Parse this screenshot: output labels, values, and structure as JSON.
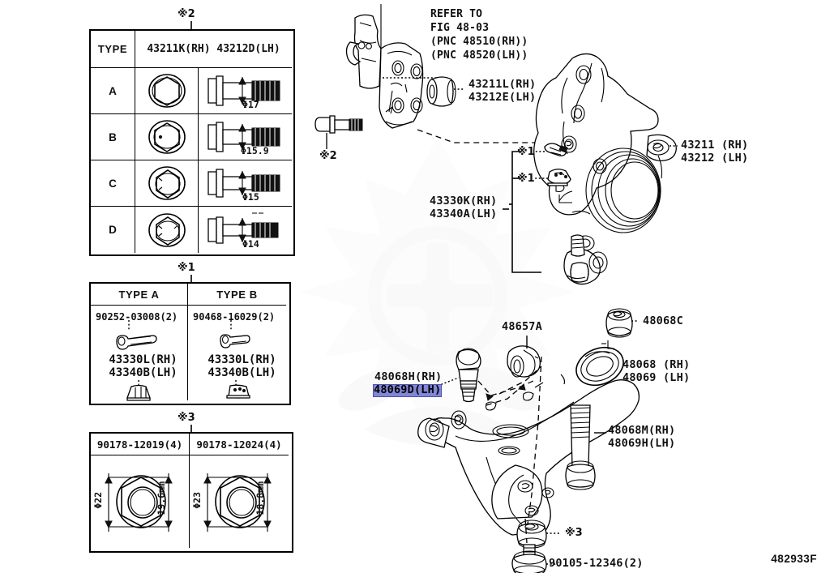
{
  "figure": {
    "id": "482933F"
  },
  "tables": {
    "bolt_table": {
      "note_marker": "※2",
      "header": {
        "type_col": "TYPE",
        "part_numbers": "43211K(RH)\n43212D(LH)"
      },
      "rows": [
        {
          "type": "A",
          "dia_label": "Φ17"
        },
        {
          "type": "B",
          "dia_label": "Φ15.9"
        },
        {
          "type": "C",
          "dia_label": "Φ15"
        },
        {
          "type": "D",
          "dia_label": "Φ14"
        }
      ]
    },
    "clip_table": {
      "note_marker": "※1",
      "columns": [
        {
          "header": "TYPE A",
          "clip_part": "90252-03008(2)",
          "cover_part": "43330L(RH)\n43340B(LH)"
        },
        {
          "header": "TYPE B",
          "clip_part": "90468-16029(2)",
          "cover_part": "43330L(RH)\n43340B(LH)"
        }
      ]
    },
    "nut_table": {
      "note_marker": "※3",
      "columns": [
        {
          "header": "90178-12019(4)",
          "dia": "Φ22",
          "height": "19.6mm"
        },
        {
          "header": "90178-12024(4)",
          "dia": "Φ23",
          "height": "18.8mm"
        }
      ]
    }
  },
  "diagram": {
    "refer_note": "REFER TO\nFIG 48-03\n(PNC 48510(RH))\n(PNC 48520(LH))",
    "labels": [
      {
        "key": "bushing_43211L",
        "text": "43211L(RH)\n43212E(LH)"
      },
      {
        "key": "knuckle_43211",
        "text": "43211 (RH)\n43212 (LH)"
      },
      {
        "key": "dust_cover_43330K",
        "text": "43330K(RH)\n43340A(LH)"
      },
      {
        "key": "bolt_note_2",
        "text": "※2"
      },
      {
        "key": "clip_note_1_upper",
        "text": "※1"
      },
      {
        "key": "clip_note_1_lower",
        "text": "※1"
      },
      {
        "key": "bracket_48657A",
        "text": "48657A"
      },
      {
        "key": "balljoint_bolt",
        "text": "48068H(RH)",
        "highlighted": false
      },
      {
        "key": "balljoint_bolt_lh",
        "text": "48069D(LH)",
        "highlighted": true
      },
      {
        "key": "nut_48068C",
        "text": "48068C"
      },
      {
        "key": "arm_48068",
        "text": "48068 (RH)\n48069 (LH)"
      },
      {
        "key": "bolt_48068M",
        "text": "48068M(RH)\n48069H(LH)"
      },
      {
        "key": "nut_note_3",
        "text": "※3"
      },
      {
        "key": "bolt_90105",
        "text": "90105-12346(2)"
      }
    ]
  }
}
